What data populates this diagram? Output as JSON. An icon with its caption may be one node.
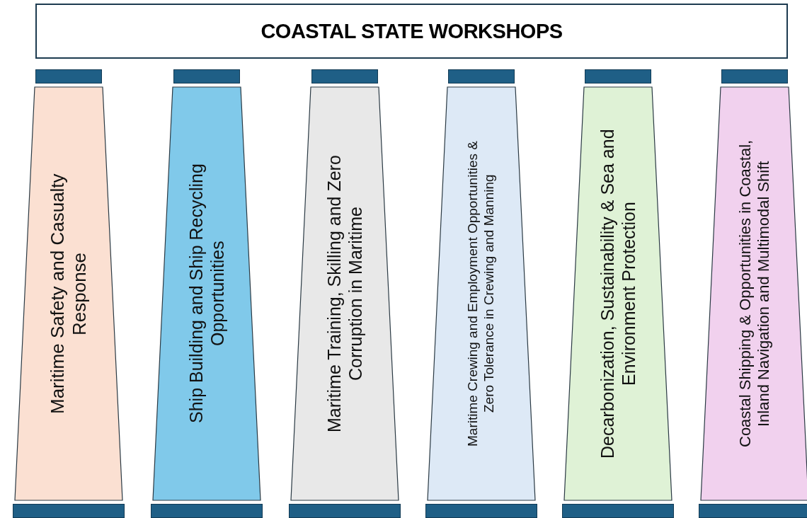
{
  "diagram": {
    "nodes": [
      {
        "text": [
          "COASTAL STATE WORKSHOPS"
        ]
      },
      {
        "text": [
          "Maritime Safety and Casualty Response"
        ]
      },
      {
        "text": [
          "Ship Building and Ship Recycling Opportunities"
        ]
      },
      {
        "text": [
          "Maritime Training, Skilling and Zero Corruption in Maritime"
        ]
      },
      {
        "text": [
          "Maritime Crewing and Employment Opportunities & Zero Tolerance in Crewing and Manning"
        ]
      },
      {
        "text": [
          "Decarbonization, Sustainability & Sea and Environment Protection"
        ]
      },
      {
        "text": [
          "Coastal Shipping & Opportunities in Coastal, Inland Navigation and Multimodal Shift"
        ]
      },
      {
        "text": [],
        "shape": "bar"
      },
      {
        "text": [],
        "shape": "bar"
      },
      {
        "text": [],
        "shape": "bar"
      },
      {
        "text": [],
        "shape": "bar"
      },
      {
        "text": [],
        "shape": "bar"
      },
      {
        "text": [],
        "shape": "bar"
      },
      {
        "text": [],
        "shape": "bar"
      },
      {
        "text": [],
        "shape": "bar"
      },
      {
        "text": [],
        "shape": "bar"
      },
      {
        "text": [],
        "shape": "bar"
      },
      {
        "text": [],
        "shape": "bar"
      },
      {
        "text": [],
        "shape": "bar"
      }
    ],
    "edges": []
  }
}
